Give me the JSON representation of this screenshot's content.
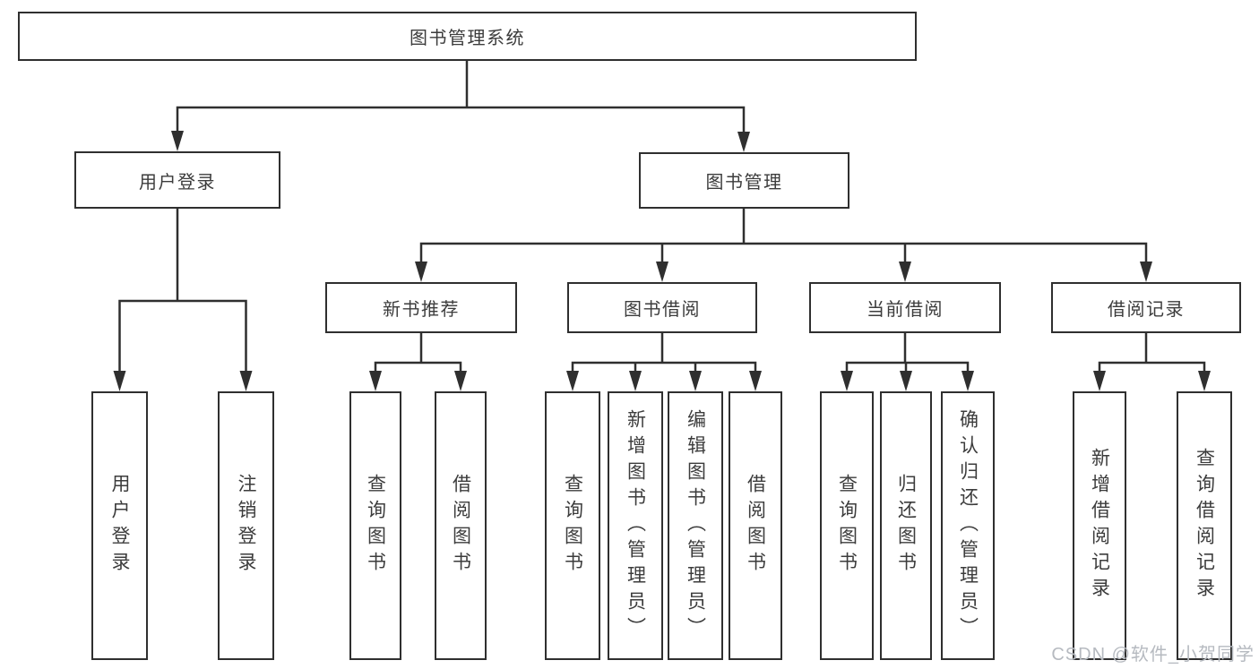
{
  "tree": {
    "root": {
      "label": "图书管理系统"
    },
    "children": [
      {
        "label": "用户登录",
        "children": [
          {
            "label": "用户登录"
          },
          {
            "label": "注销登录"
          }
        ]
      },
      {
        "label": "图书管理",
        "children": [
          {
            "label": "新书推荐",
            "children": [
              {
                "label": "查询图书"
              },
              {
                "label": "借阅图书"
              }
            ]
          },
          {
            "label": "图书借阅",
            "children": [
              {
                "label": "查询图书"
              },
              {
                "label": "新增图书（管理员）"
              },
              {
                "label": "编辑图书（管理员）"
              },
              {
                "label": "借阅图书"
              }
            ]
          },
          {
            "label": "当前借阅",
            "children": [
              {
                "label": "查询图书"
              },
              {
                "label": "归还图书"
              },
              {
                "label": "确认归还（管理员）"
              }
            ]
          },
          {
            "label": "借阅记录",
            "children": [
              {
                "label": "新增借阅记录"
              },
              {
                "label": "查询借阅记录"
              }
            ]
          }
        ]
      }
    ]
  },
  "watermark": {
    "text": "CSDN @软件_小贺同学"
  },
  "colors": {
    "line": "#2f2f2f",
    "node_border": "#2f2f2f",
    "text": "#3c3c3c",
    "watermark_text": "#b6bac0",
    "background": "#ffffff"
  }
}
